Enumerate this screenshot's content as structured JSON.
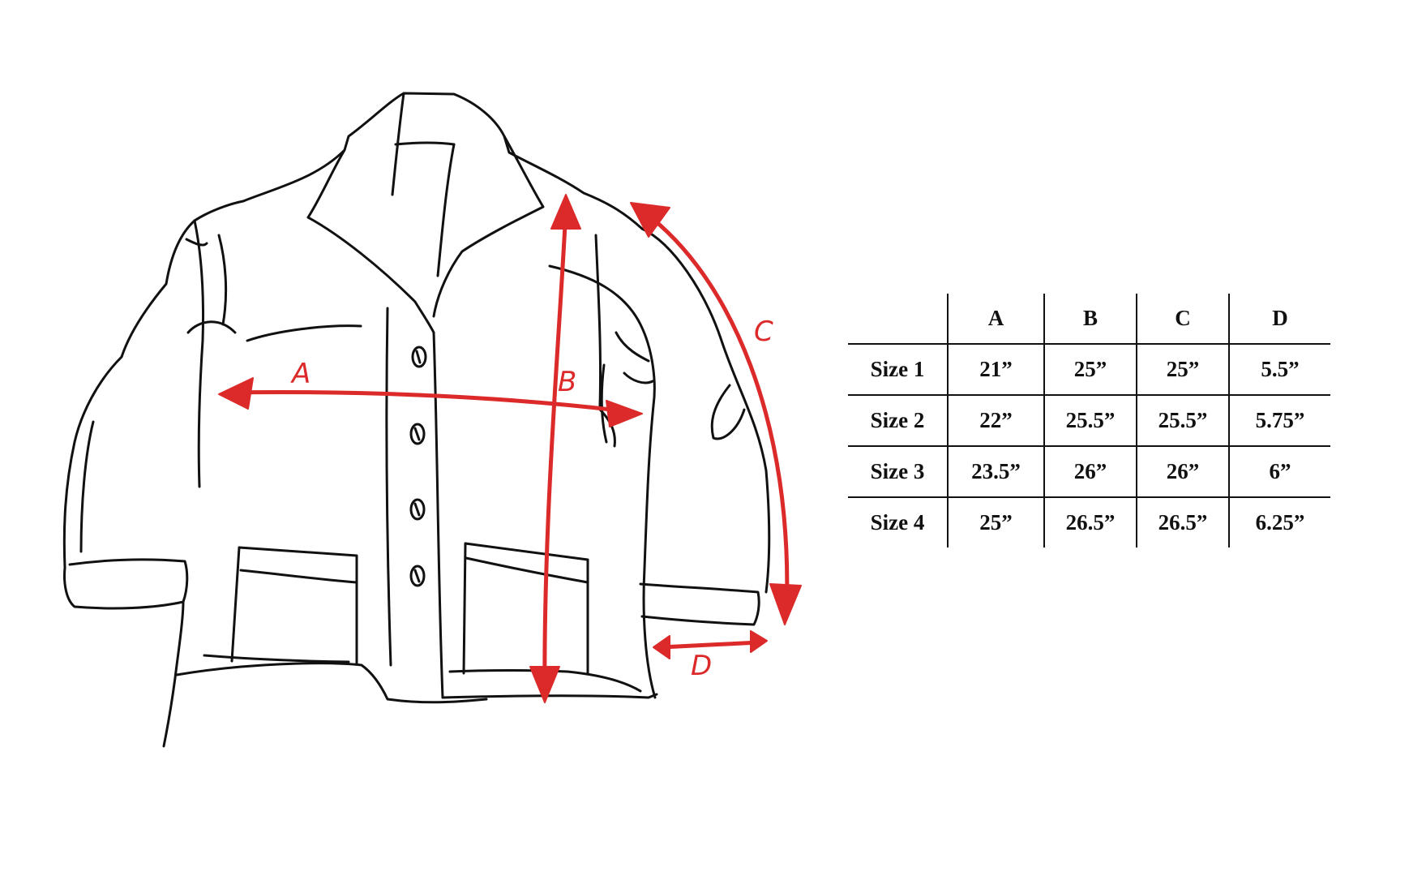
{
  "diagram": {
    "measurement_labels": [
      "A",
      "B",
      "C",
      "D"
    ],
    "accent_color": "#dc2a2a",
    "ink_color": "#111111"
  },
  "size_chart": {
    "columns": [
      "A",
      "B",
      "C",
      "D"
    ],
    "rows": [
      {
        "size": "Size 1",
        "values": [
          "21”",
          "25”",
          "25”",
          "5.5”"
        ]
      },
      {
        "size": "Size 2",
        "values": [
          "22”",
          "25.5”",
          "25.5”",
          "5.75”"
        ]
      },
      {
        "size": "Size 3",
        "values": [
          "23.5”",
          "26”",
          "26”",
          "6”"
        ]
      },
      {
        "size": "Size 4",
        "values": [
          "25”",
          "26.5”",
          "26.5”",
          "6.25”"
        ]
      }
    ]
  }
}
